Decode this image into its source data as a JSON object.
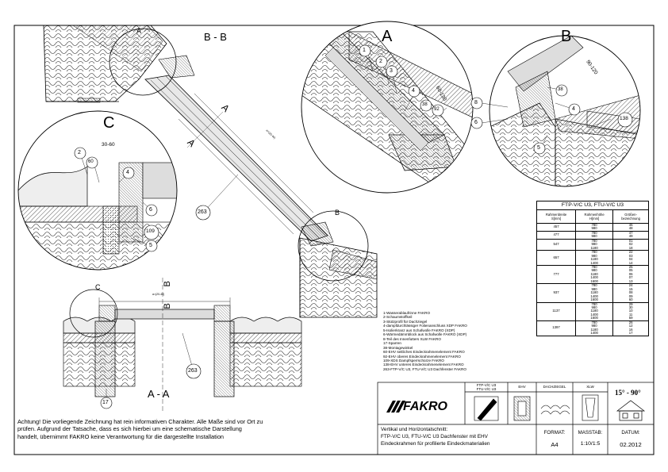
{
  "views": {
    "section_bb": "B - B",
    "section_aa": "A - A",
    "detail_a": "A",
    "detail_b": "B",
    "detail_c": "C",
    "cut_a": "A",
    "cut_b": "B",
    "cut_c": "C"
  },
  "dimensions": {
    "d30_60": "30-60",
    "d60_130": "60-130",
    "d90_120": "90-120",
    "rafter_dim": "a=(20-40)",
    "aa_dim": "a=(20-40)"
  },
  "callouts": {
    "c1": "1",
    "c2": "2",
    "c3": "3",
    "c4": "4",
    "c5": "5",
    "c6": "6",
    "c8": "8",
    "c17": "17",
    "c38": "38",
    "c60": "60",
    "c92": "92",
    "c109": "109",
    "c138": "138",
    "c263": "263"
  },
  "legend": [
    "1-Wasserablaufrinne FAKRO",
    "2-Schaumstoffkeil",
    "3-Stützprofil für Dachziegel",
    "4-dampfdurchlässiger Folienanschluss XDP FAKRO",
    "5-Isolierkranz aus Schafwolle FAKRO (XDP)",
    "6-Wärmedämmblock aus Schafwolle FAKRO (XDP)",
    "8-Teil des Innenfutters XLW FAKRO",
    "17-Sparren",
    "38-Montagewinkel",
    "60-EHV seitliches Eindeckrahmenelement FAKRO",
    "92-EHV oberes Eindeckrahmenelement FAKRO",
    "109-XDS Dampfsperrschürze FAKRO",
    "138-EHV unteres Eindeckrahmenelement FAKRO",
    "263-FTP-V/C U3, FTU-V/C U3 Dachfenster FAKRO"
  ],
  "spec_table": {
    "title": "FTP-V/C U3, FTU-V/C U3",
    "col_width": "Rahmenbreite\nS[mm]",
    "col_height": "Rahmenhöhe\nH[mm]",
    "col_size": "Größen-\nbezeichnung",
    "groups": [
      {
        "width": "457",
        "rows": [
          [
            "780",
            "46"
          ],
          [
            "980",
            "48"
          ]
        ]
      },
      {
        "width": "477",
        "rows": [
          [
            "780",
            "47"
          ],
          [
            "980",
            "49"
          ]
        ]
      },
      {
        "width": "547",
        "rows": [
          [
            "780",
            "01"
          ],
          [
            "980",
            "02"
          ],
          [
            "1180",
            "18"
          ]
        ]
      },
      {
        "width": "657",
        "rows": [
          [
            "780",
            "22"
          ],
          [
            "980",
            "03"
          ],
          [
            "1180",
            "04"
          ],
          [
            "1400",
            "14"
          ]
        ]
      },
      {
        "width": "777",
        "rows": [
          [
            "780",
            "25"
          ],
          [
            "980",
            "05"
          ],
          [
            "1180",
            "06"
          ],
          [
            "1400",
            "07"
          ],
          [
            "1600",
            "13"
          ]
        ]
      },
      {
        "width": "937",
        "rows": [
          [
            "780",
            "24"
          ],
          [
            "980",
            "15"
          ],
          [
            "1180",
            "08"
          ],
          [
            "1400",
            "09"
          ],
          [
            "1600",
            "60"
          ]
        ]
      },
      {
        "width": "1137",
        "rows": [
          [
            "780",
            "29"
          ],
          [
            "980",
            "30"
          ],
          [
            "1180",
            "10"
          ],
          [
            "1400",
            "11"
          ],
          [
            "1600",
            "59"
          ]
        ]
      },
      {
        "width": "1397",
        "rows": [
          [
            "780",
            "26"
          ],
          [
            "980",
            "12"
          ],
          [
            "1180",
            "16"
          ],
          [
            "1400",
            "17"
          ]
        ]
      }
    ]
  },
  "note": "Achtung! Die vorliegende Zeichnung hat rein informativen Charakter. Alle Maße sind vor Ort zu prüfen. Aufgrund der Tatsache, dass es sich hierbei um eine schematische Darstellung handelt, übernimmt FAKRO keine Verantwortung für die dargestellte Installation",
  "title_block": {
    "logo": "FAKRO",
    "col_window": "FTP-V/C U3\nFTU-V/C U3",
    "col_ehv": "EHV",
    "col_roof": "DACHZIEGEL",
    "col_xlw": "XLW",
    "angle": "15° - 90°",
    "description_line1": "Vertikal und Horizontalschnitt:",
    "description_line2": "FTP-V/C U3, FTU-V/C U3 Dachfenster mit EHV",
    "description_line3": "Eindeckrahmen für profilierte Eindeckmaterialien",
    "format_label": "FORMAT:",
    "format_value": "A4",
    "scale_label": "MASSTAB:",
    "scale_value": "1:10/1:5",
    "date_label": "DATUM:",
    "date_value": "02.2012"
  },
  "colors": {
    "line": "#000000",
    "hatch": "#555555",
    "insulation": "#ffffff",
    "background": "#ffffff"
  }
}
